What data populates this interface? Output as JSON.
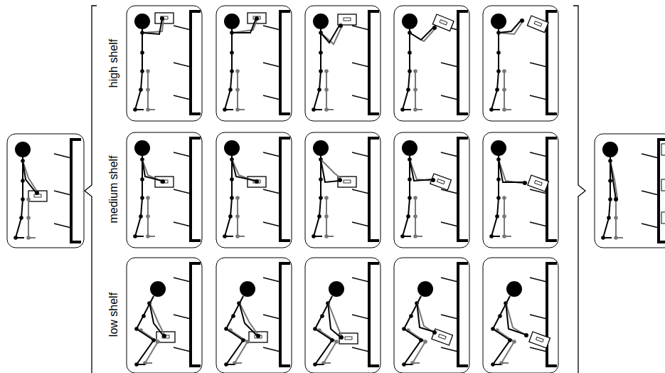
{
  "diagram": {
    "labels": [
      "high shelf",
      "medium shelf",
      "low shelf"
    ]
  }
}
